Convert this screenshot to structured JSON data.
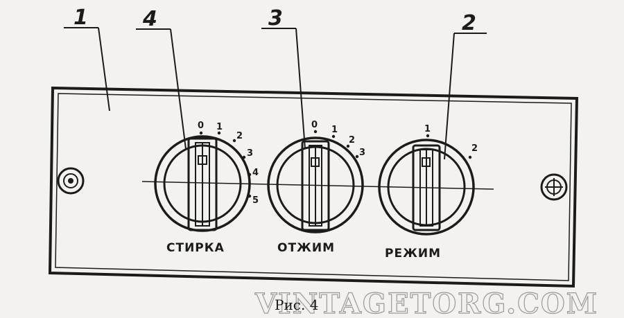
{
  "callouts": [
    {
      "label": "1"
    },
    {
      "label": "4"
    },
    {
      "label": "3"
    },
    {
      "label": "2"
    }
  ],
  "dials": [
    {
      "label": "СТИРКА",
      "scale": [
        "0",
        "1",
        "2",
        "3",
        "4",
        "5"
      ]
    },
    {
      "label": "ОТЖИМ",
      "scale": [
        "0",
        "1",
        "2",
        "3"
      ]
    },
    {
      "label": "РЕЖИМ",
      "scale": [
        "1",
        "2"
      ]
    }
  ],
  "caption": "Рис. 4",
  "watermark": "VINTAGETORG.COM"
}
